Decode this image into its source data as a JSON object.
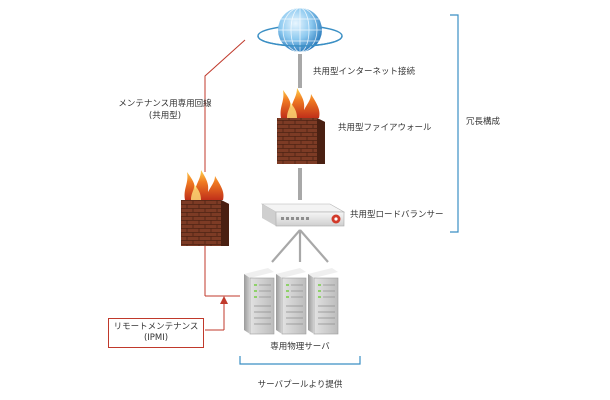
{
  "labels": {
    "shared_internet": "共用型インターネット接続",
    "shared_firewall": "共用型ファイアウォール",
    "shared_load_balancer": "共用型ロードバランサー",
    "redundancy": "冗長構成",
    "maintenance_line_1": "メンテナンス用専用回線",
    "maintenance_line_2": "(共用型)",
    "remote_maintenance_1": "リモートメンテナンス",
    "remote_maintenance_2": "(IPMI)",
    "dedicated_servers": "専用物理サーバ",
    "server_pool": "サーバプールより提供"
  },
  "colors": {
    "accent_blue": "#3b8fc4",
    "maintenance_red": "#c0392b",
    "connector_gray": "#a8a8a8",
    "brick": "#7a3a24",
    "flame": "#e8641e"
  },
  "icons": [
    "globe-icon",
    "firewall-icon",
    "load-balancer-icon",
    "server-rack-icon"
  ]
}
